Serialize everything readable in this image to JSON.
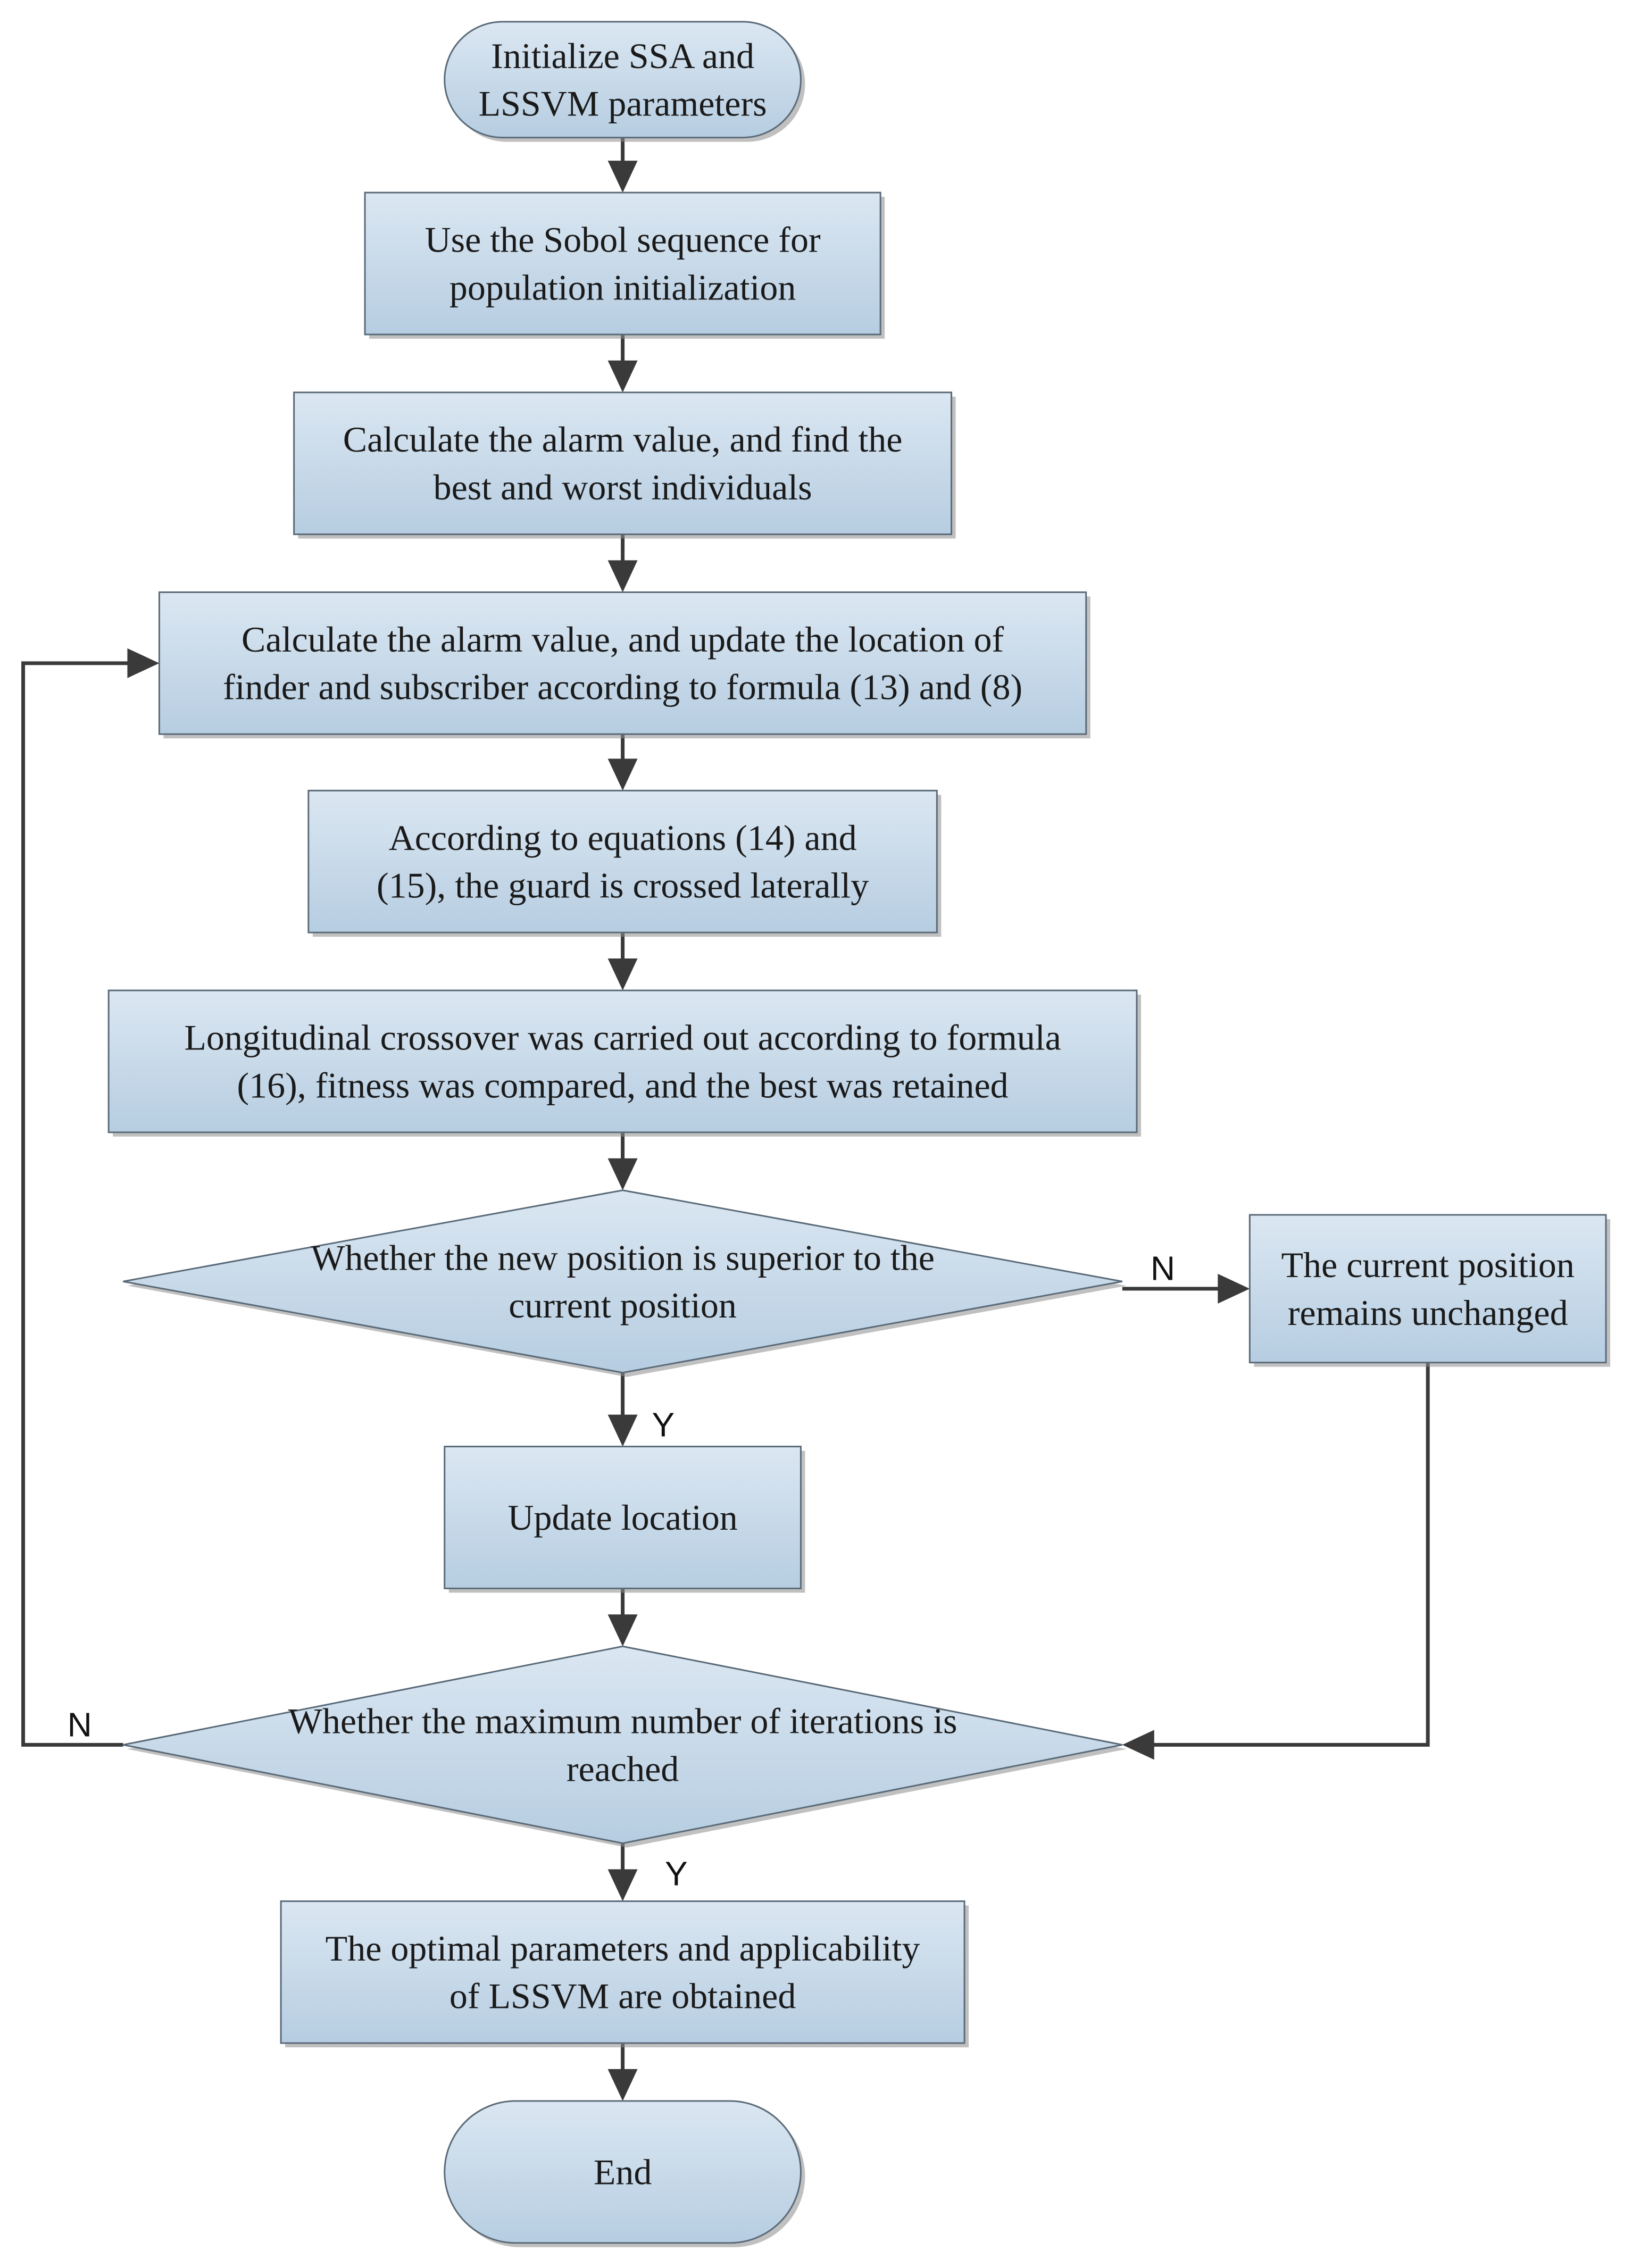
{
  "colors": {
    "box_fill_top": "#dbe7f2",
    "box_fill_bottom": "#b6cde1",
    "box_border": "#5a6a78",
    "line": "#3a3a3a",
    "text": "#1a1a1a"
  },
  "nodes": {
    "start": {
      "shape": "terminal",
      "lines": [
        "Initialize SSA and",
        "LSSVM parameters"
      ]
    },
    "sobol_init": {
      "shape": "process",
      "lines": [
        "Use the Sobol sequence for",
        "population initialization"
      ]
    },
    "alarm_best_worst": {
      "shape": "process",
      "lines": [
        "Calculate the alarm value, and find the",
        "best and worst individuals"
      ]
    },
    "update_finder": {
      "shape": "process",
      "lines": [
        "Calculate the alarm value, and update the location of",
        "finder and subscriber according to formula (13) and  (8)"
      ]
    },
    "guard_cross": {
      "shape": "process",
      "lines": [
        "According to equations (14) and",
        "(15), the guard is crossed laterally"
      ]
    },
    "longitudinal": {
      "shape": "process",
      "lines": [
        "Longitudinal crossover was carried out according to formula",
        "(16), fitness was compared, and the best was retained"
      ]
    },
    "decision_position": {
      "shape": "decision",
      "lines": [
        "Whether the new position is superior to the",
        "current position"
      ]
    },
    "unchanged": {
      "shape": "process",
      "lines": [
        "The current position",
        "remains unchanged"
      ]
    },
    "update_location": {
      "shape": "process",
      "lines": [
        "Update location"
      ]
    },
    "decision_iter": {
      "shape": "decision",
      "lines": [
        "Whether the maximum number of iterations is",
        "reached"
      ]
    },
    "optimal": {
      "shape": "process",
      "lines": [
        "The optimal parameters and applicability",
        "of LSSVM are obtained"
      ]
    },
    "end": {
      "shape": "terminal",
      "lines": [
        "End"
      ]
    }
  },
  "branch_labels": {
    "position_no": "N",
    "position_yes": "Y",
    "iter_no": "N",
    "iter_yes": "Y"
  }
}
